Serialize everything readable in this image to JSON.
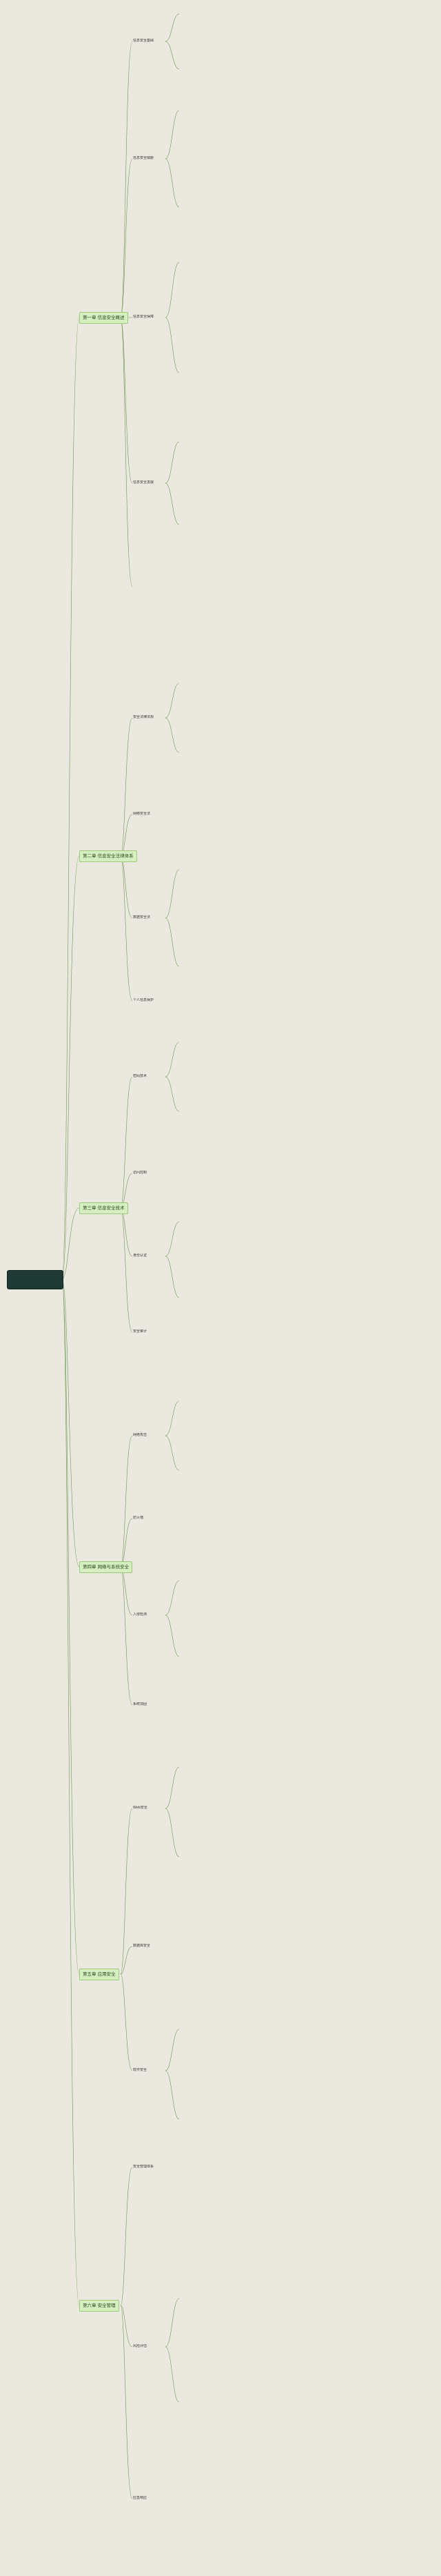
{
  "colors": {
    "background": "#ebe8e0",
    "root": "#1f3a33",
    "chapter": "#d6efc0",
    "branch": "#6b9a4e"
  },
  "root": {
    "label": ""
  },
  "chapters": [
    {
      "label": "第一章 信息安全概述"
    },
    {
      "label": "第二章 信息安全法律体系"
    },
    {
      "label": "第三章 信息安全技术"
    },
    {
      "label": "第四章 网络与系统安全"
    },
    {
      "label": "第五章 应用安全"
    },
    {
      "label": "第六章 安全管理"
    }
  ],
  "branches": [
    {
      "label": "信息安全基础"
    },
    {
      "label": "信息安全威胁"
    },
    {
      "label": "信息安全保障"
    },
    {
      "label": "信息安全发展"
    },
    {
      "label": "安全法律法规"
    },
    {
      "label": "网络安全法"
    },
    {
      "label": "数据安全法"
    },
    {
      "label": "个人信息保护"
    },
    {
      "label": "密码技术"
    },
    {
      "label": "访问控制"
    },
    {
      "label": "身份认证"
    },
    {
      "label": "安全审计"
    },
    {
      "label": "网络攻击"
    },
    {
      "label": "防火墙"
    },
    {
      "label": "入侵检测"
    },
    {
      "label": "系统加固"
    },
    {
      "label": "Web安全"
    },
    {
      "label": "数据库安全"
    },
    {
      "label": "软件安全"
    },
    {
      "label": "安全管理体系"
    },
    {
      "label": "风险评估"
    },
    {
      "label": "应急响应"
    }
  ]
}
